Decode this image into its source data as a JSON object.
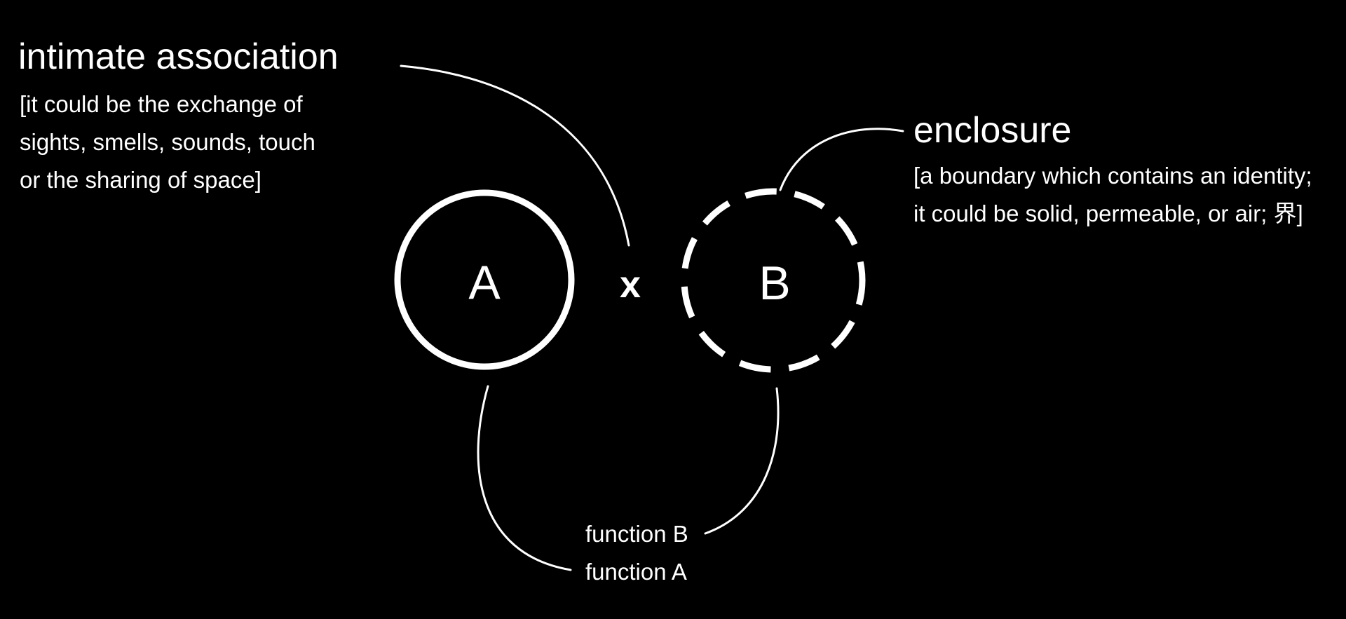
{
  "canvas": {
    "background_color": "#000000",
    "foreground_color": "#ffffff"
  },
  "annotations": {
    "intimate_association": {
      "title": "intimate association",
      "definition_lines": [
        "[it could be the exchange of",
        "sights, smells, sounds, touch",
        "or the sharing of space]"
      ]
    },
    "enclosure": {
      "title": "enclosure",
      "definition_lines": [
        "[a boundary which contains an identity;",
        "it could be solid, permeable, or air; 界]"
      ]
    }
  },
  "nodes": {
    "circle_a": {
      "label": "A",
      "style": "solid-outline"
    },
    "circle_b": {
      "label": "B",
      "style": "dashed-outline"
    },
    "operator": "x"
  },
  "labels": {
    "function_a": "function A",
    "function_b": "function B"
  }
}
